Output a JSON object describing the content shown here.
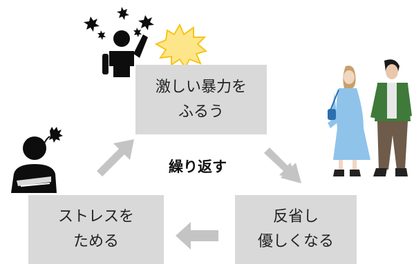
{
  "boxes": {
    "top": {
      "line1": "激しい暴力を",
      "line2": "ふるう"
    },
    "right": {
      "line1": "反省し",
      "line2": "優しくなる"
    },
    "left": {
      "line1": "ストレスを",
      "line2": "ためる"
    }
  },
  "center_label": "繰り返す",
  "colors": {
    "box": "#d9d9d9",
    "arrow": "#c4c4c4",
    "figure": "#0d0d0d",
    "burst": "#fde58a",
    "woman_dress": "#8fc3ea",
    "man_jacket": "#3f7a3a",
    "man_pants": "#6e5b49"
  },
  "icons": [
    "angry-person-icon",
    "explosion-burst-icon",
    "stressed-person-icon",
    "couple-illustration"
  ]
}
